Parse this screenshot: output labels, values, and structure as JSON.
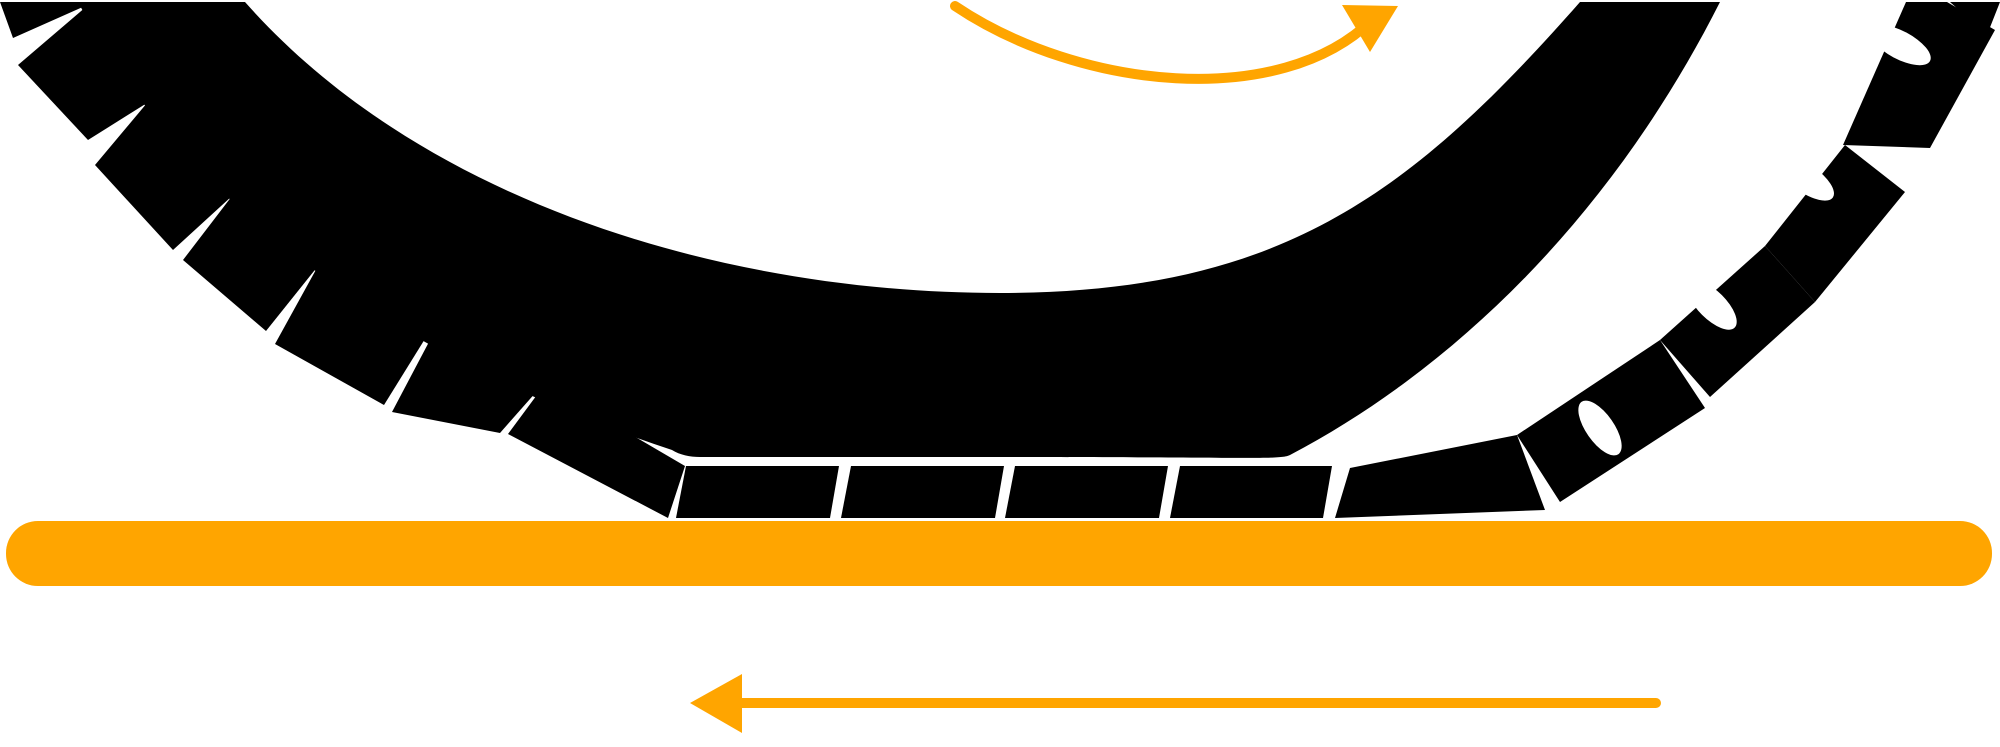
{
  "diagram": {
    "colors": {
      "track": "#000000",
      "ground": "#FFA500",
      "arrows": "#FFA500",
      "background": "#FFFFFF",
      "pad_holes": "#FFFFFF"
    },
    "elements": {
      "wheel_body": "crescent-shape",
      "track_pads": "track-pad-segments",
      "ground_bar": "rounded-bar",
      "rotation_arrow": "curved-arrow-right",
      "motion_arrow": "arrow-left"
    }
  }
}
